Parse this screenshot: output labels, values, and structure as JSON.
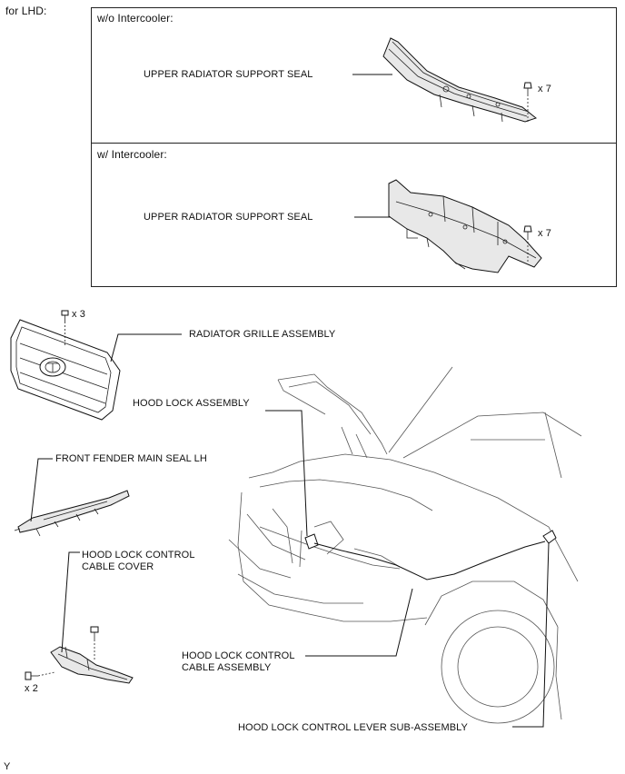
{
  "header_label": "for LHD:",
  "panel_without": {
    "title": "w/o Intercooler:",
    "part_label": "UPPER RADIATOR SUPPORT SEAL",
    "clip_qty": "x 7"
  },
  "panel_with": {
    "title": "w/ Intercooler:",
    "part_label": "UPPER RADIATOR SUPPORT SEAL",
    "clip_qty": "x 7"
  },
  "grille": {
    "label": "RADIATOR GRILLE ASSEMBLY",
    "screw_qty": "x 3"
  },
  "hood_lock": {
    "label": "HOOD LOCK ASSEMBLY"
  },
  "fender_seal": {
    "label": "FRONT FENDER MAIN SEAL LH"
  },
  "cable_cover": {
    "label": "HOOD LOCK CONTROL\nCABLE COVER",
    "bolt_qty": "x 2"
  },
  "cable_assembly": {
    "label": "HOOD LOCK CONTROL\nCABLE ASSEMBLY"
  },
  "lever": {
    "label": "HOOD LOCK CONTROL LEVER SUB-ASSEMBLY"
  },
  "footer_mark": "Y"
}
